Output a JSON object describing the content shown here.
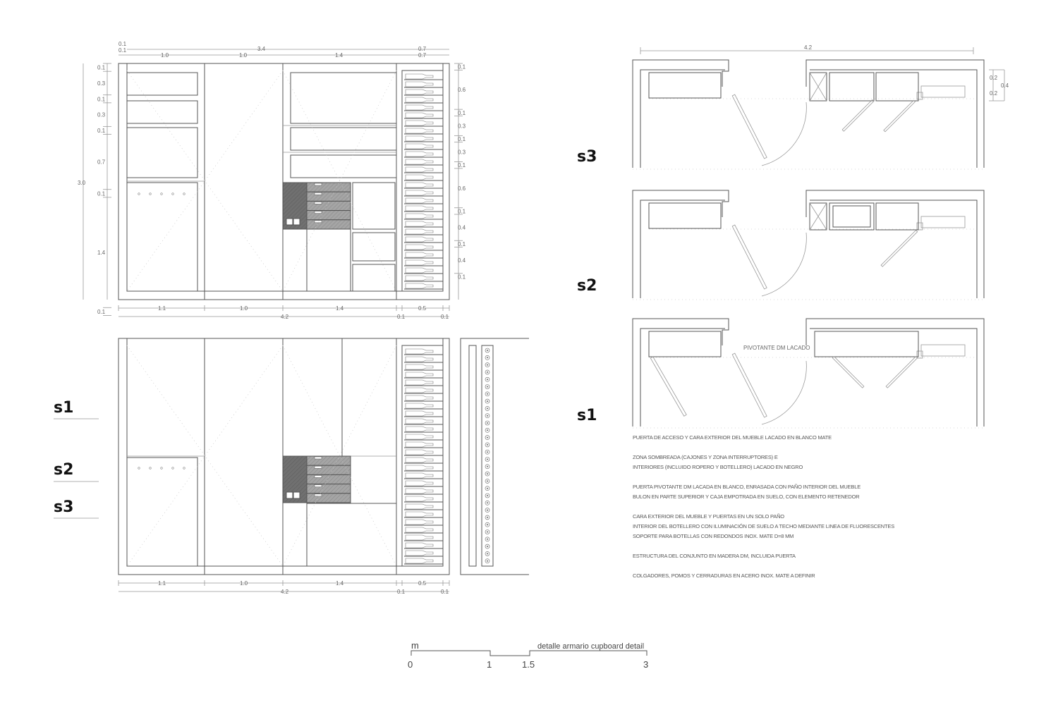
{
  "elevation_top": {
    "top_dims": [
      "0.1",
      "0.1",
      "3.4",
      "0.7",
      "1.0",
      "1.0",
      "1.4",
      "0.7"
    ],
    "left_dims": [
      "0.1",
      "0.3",
      "0.1",
      "0.3",
      "0.1",
      "0.7",
      "0.1",
      "1.4",
      "0.1"
    ],
    "overall_height": "3.0",
    "right_dims": [
      "0.1",
      "0.6",
      "0.1",
      "0.3",
      "0.1",
      "0.3",
      "0.1",
      "0.6",
      "0.1",
      "0.4",
      "0.1",
      "0.4",
      "0.1"
    ],
    "bottom_dims": [
      "1.1",
      "1.0",
      "1.4",
      "0.5",
      "4.2",
      "0.1",
      "0.1"
    ]
  },
  "elevation_bottom": {
    "bottom_dims": [
      "1.1",
      "1.0",
      "1.4",
      "0.5",
      "4.2",
      "0.1",
      "0.1"
    ]
  },
  "section_labels": [
    "s1",
    "s2",
    "s3"
  ],
  "plans": {
    "labels": [
      "s3",
      "s2",
      "s1"
    ],
    "overall_width": "4.2",
    "side_dims": [
      "0.2",
      "0.2",
      "0.4"
    ],
    "pivot_label": "PIVOTANTE DM LACADO"
  },
  "notes": [
    "PUERTA DE ACCESO Y CARA EXTERIOR DEL MUEBLE LACADO EN BLANCO MATE",
    "ZONA SOMBREADA (CAJONES Y ZONA INTERRUPTORES) E",
    "INTERIORES (INCLUIDO ROPERO Y BOTELLERO) LACADO EN NEGRO",
    "PUERTA PIVOTANTE DM LACADA EN BLANCO, ENRASADA CON PAÑO INTERIOR DEL MUEBLE",
    "BULON EN PARTE SUPERIOR Y CAJA EMPOTRADA EN SUELO, CON ELEMENTO RETENEDOR",
    "CARA EXTERIOR DEL MUEBLE Y PUERTAS EN UN SOLO PAÑO",
    "INTERIOR DEL BOTELLERO CON ILUMINACIÓN DE SUELO A TECHO MEDIANTE LINEA DE FLUORESCENTES",
    "SOPORTE PARA BOTELLAS CON REDONDOS INOX. MATE D=8 MM",
    "ESTRUCTURA DEL CONJUNTO EN MADERA DM, INCLUIDA PUERTA",
    "COLGADORES, POMOS Y CERRADURAS EN ACERO INOX. MATE A DEFINIR"
  ],
  "scale_bar": {
    "unit": "m",
    "ticks": [
      "0",
      "1",
      "1.5",
      "3"
    ],
    "title": "detalle armario cupboard detail"
  },
  "colors": {
    "line": "#555555",
    "dark_fill": "#6e6e6e",
    "drawer_fill": "#a0a0a0"
  }
}
